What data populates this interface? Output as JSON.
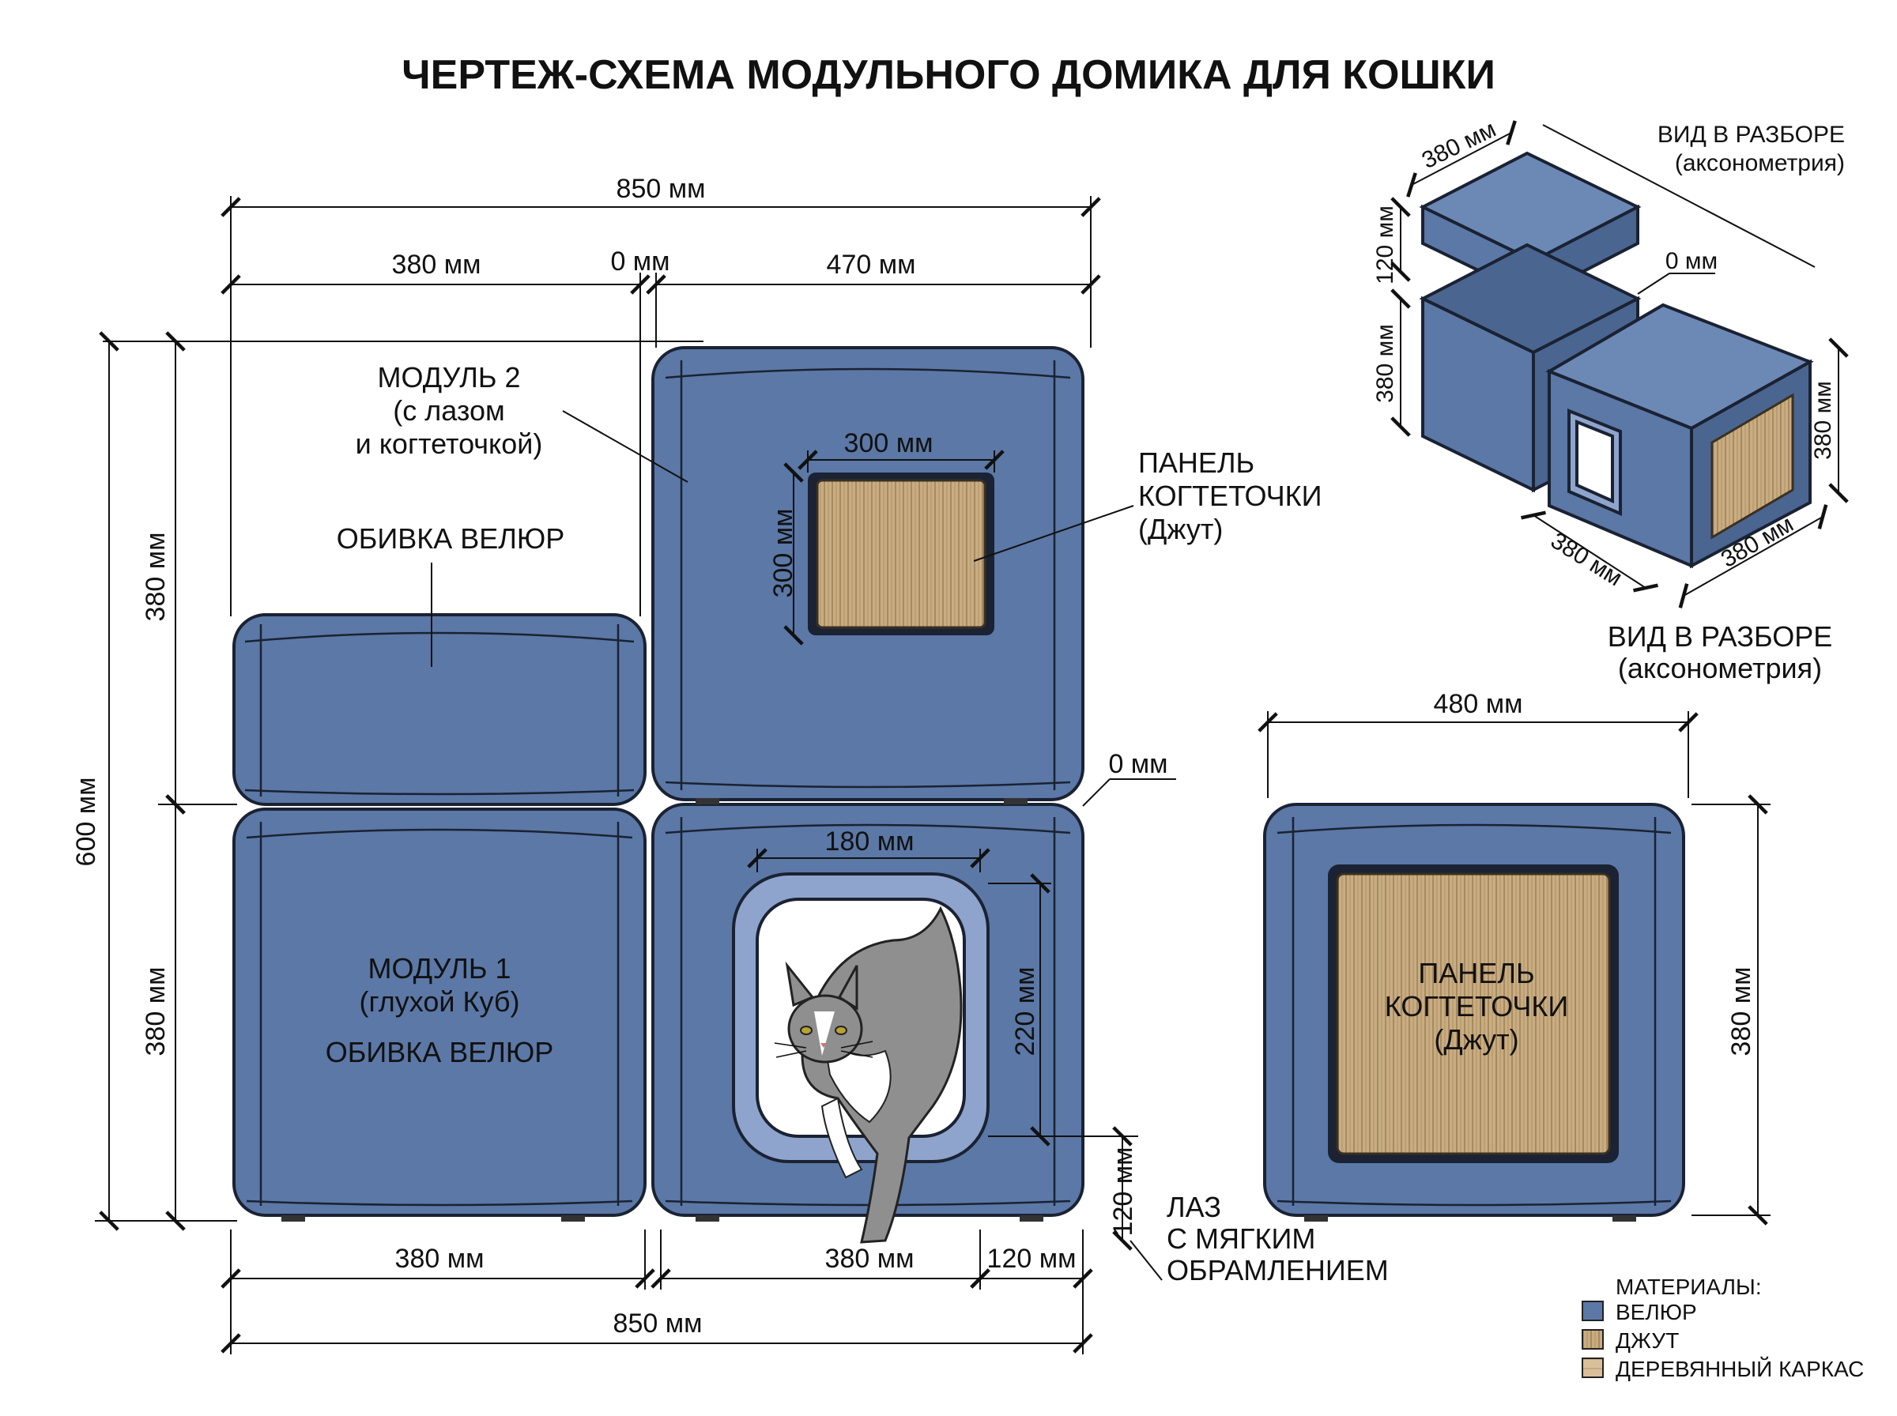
{
  "title": "ЧЕРТЕЖ-СХЕМА МОДУЛЬНОГО ДОМИКА ДЛЯ КОШКИ",
  "front_view": {
    "dim_total_top": "850 мм",
    "dim_left_top": "380 мм",
    "dim_gap_top": "0 мм",
    "dim_right_top": "470 мм",
    "dim_height_total": "600 мм",
    "dim_height_upper": "380 мм",
    "dim_height_lower": "380 мм",
    "dim_scratch_w": "300 мм",
    "dim_scratch_h": "300 мм",
    "dim_gap_right": "0 мм",
    "dim_hole_w": "180 мм",
    "dim_hole_h": "220 мм",
    "dim_hole_bottom": "120 мм",
    "dim_bottom_left": "380 мм",
    "dim_bottom_mid": "380 мм",
    "dim_bottom_right": "120 мм",
    "dim_total_bottom": "850 мм",
    "module2_label": [
      "МОДУЛЬ 2",
      "(с лазом",
      "и когтеточкой)"
    ],
    "upholstery_label_top": "ОБИВКА ВЕЛЮР",
    "module1_label": [
      "МОДУЛЬ 1",
      "(глухой Куб)"
    ],
    "upholstery_label_bottom": "ОБИВКА ВЕЛЮР",
    "scratch_panel_label": [
      "ПАНЕЛЬ",
      "КОГТЕТОЧКИ",
      "(Джут)"
    ],
    "hole_label": [
      "ЛАЗ",
      "С МЯГКИМ",
      "ОБРАМЛЕНИЕМ"
    ]
  },
  "exploded_view": {
    "label_top": [
      "ВИД В РАЗБОРЕ",
      "(аксонометрия)"
    ],
    "label_bottom": [
      "ВИД В РАЗБОРЕ",
      "(аксонометрия)"
    ],
    "dim_top_width": "380 мм",
    "dim_lid_height": "120 мм",
    "dim_gap": "0 мм",
    "dim_cube_height_left": "380 мм",
    "dim_cube_height_right": "380 мм",
    "dim_base_left": "380 мм",
    "dim_base_right": "380 мм"
  },
  "side_view": {
    "dim_width": "480 мм",
    "dim_height": "380 мм",
    "panel_label": [
      "ПАНЕЛЬ",
      "КОГТЕТОЧКИ",
      "(Джут)"
    ]
  },
  "legend": {
    "title": "МАТЕРИАЛЫ:",
    "items": [
      {
        "label": "ВЕЛЮР",
        "color": "#5b78a6"
      },
      {
        "label": "ДЖУТ",
        "color": "#c9ad82"
      },
      {
        "label": "ДЕРЕВЯННЫЙ КАРКАС",
        "color": "#d9c09a"
      }
    ]
  }
}
